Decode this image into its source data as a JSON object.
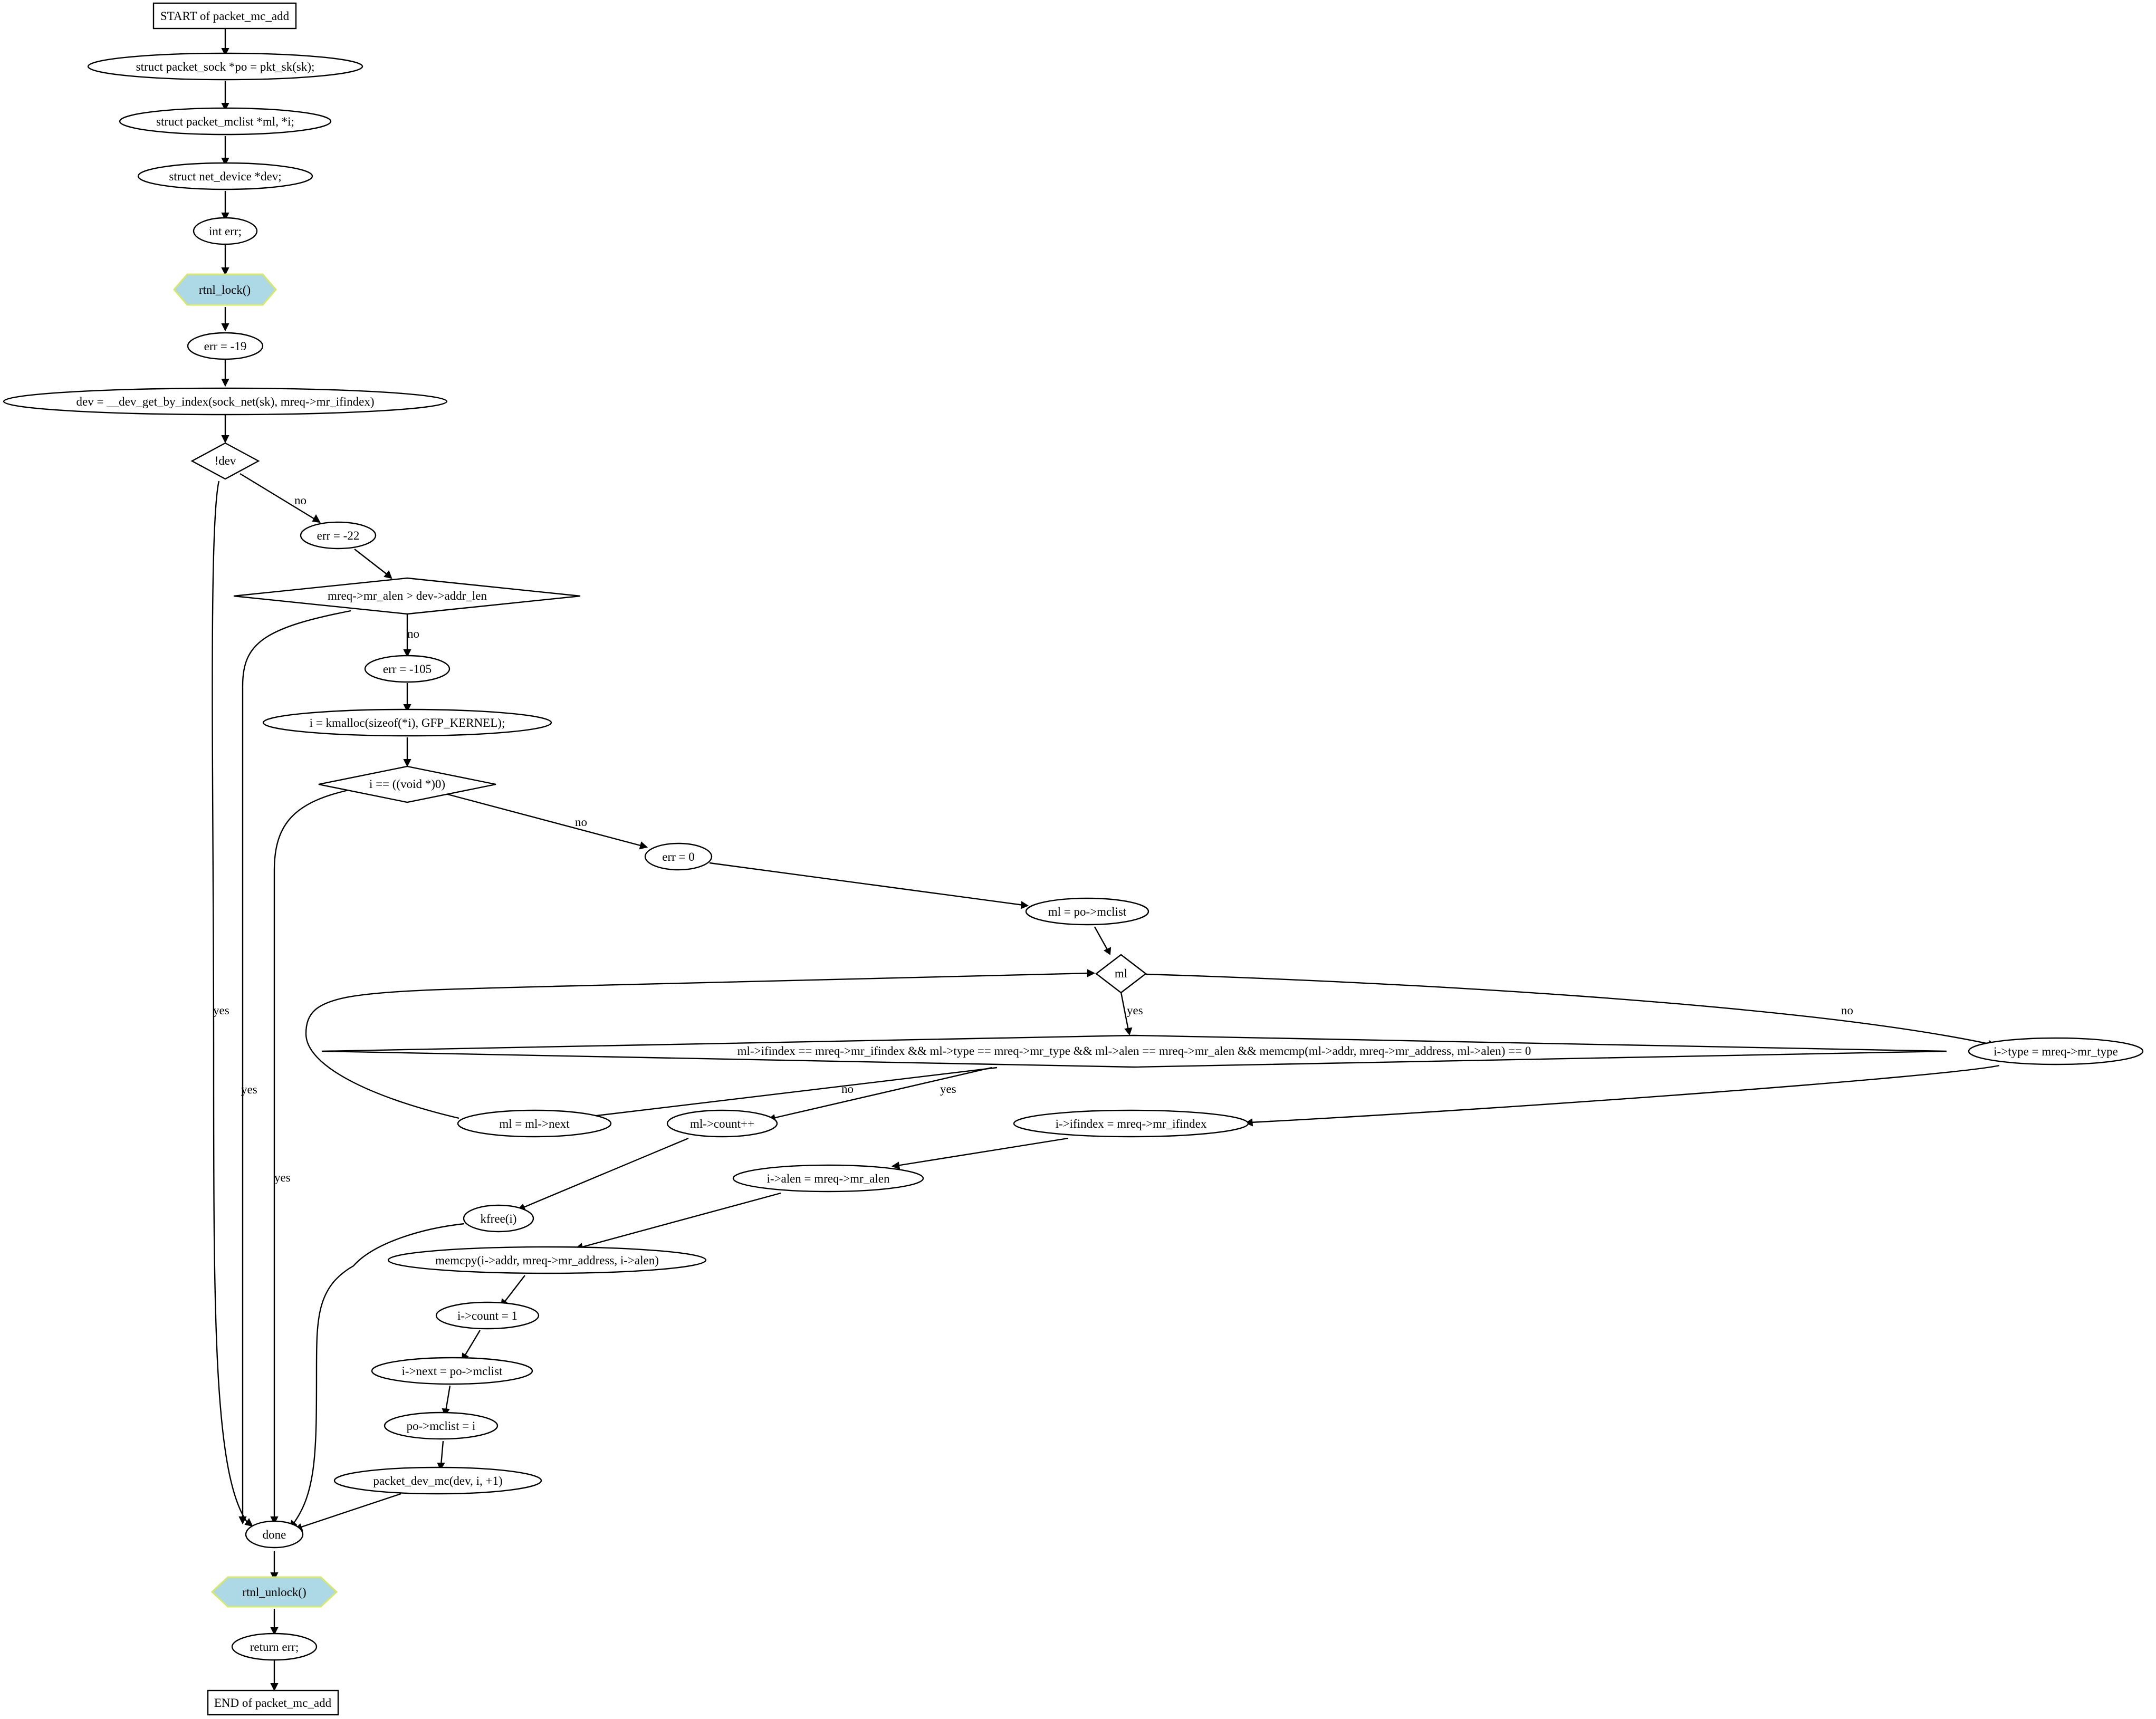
{
  "nodes": {
    "start": "START of packet_mc_add",
    "decl_po": "struct packet_sock *po = pkt_sk(sk);",
    "decl_ml": "struct packet_mclist *ml, *i;",
    "decl_dev": "struct net_device *dev;",
    "decl_err": "int err;",
    "rtnl_lock": "rtnl_lock()",
    "err_19": "err = -19",
    "dev_get": "dev = __dev_get_by_index(sock_net(sk), mreq->mr_ifindex)",
    "not_dev": "!dev",
    "err_22": "err = -22",
    "alen_check": "mreq->mr_alen > dev->addr_len",
    "err_105": "err = -105",
    "kmalloc": "i = kmalloc(sizeof(*i), GFP_KERNEL);",
    "i_null": "i == ((void *)0)",
    "err_0": "err = 0",
    "ml_init": "ml = po->mclist",
    "ml_cond": "ml",
    "match_cond": "ml->ifindex == mreq->mr_ifindex && ml->type == mreq->mr_type && ml->alen == mreq->mr_alen && memcmp(ml->addr, mreq->mr_address, ml->alen) == 0",
    "i_type": "i->type = mreq->mr_type",
    "ml_next": "ml = ml->next",
    "ml_count": "ml->count++",
    "i_ifindex": "i->ifindex = mreq->mr_ifindex",
    "i_alen": "i->alen = mreq->mr_alen",
    "kfree": "kfree(i)",
    "memcpy": "memcpy(i->addr, mreq->mr_address, i->alen)",
    "i_count": "i->count = 1",
    "i_next": "i->next = po->mclist",
    "po_mclist": "po->mclist = i",
    "packet_dev_mc": "packet_dev_mc(dev, i, +1)",
    "done": "done",
    "rtnl_unlock": "rtnl_unlock()",
    "return_err": "return err;",
    "end": "END of packet_mc_add"
  },
  "edge_labels": {
    "not_dev_no": "no",
    "not_dev_yes": "yes",
    "alen_no": "no",
    "alen_yes": "yes",
    "i_null_no": "no",
    "i_null_yes": "yes",
    "ml_yes": "yes",
    "ml_no": "no",
    "match_no": "no",
    "match_yes": "yes"
  },
  "colors": {
    "lock_fill": "#add8e6",
    "lock_border": "#d8e86a"
  }
}
